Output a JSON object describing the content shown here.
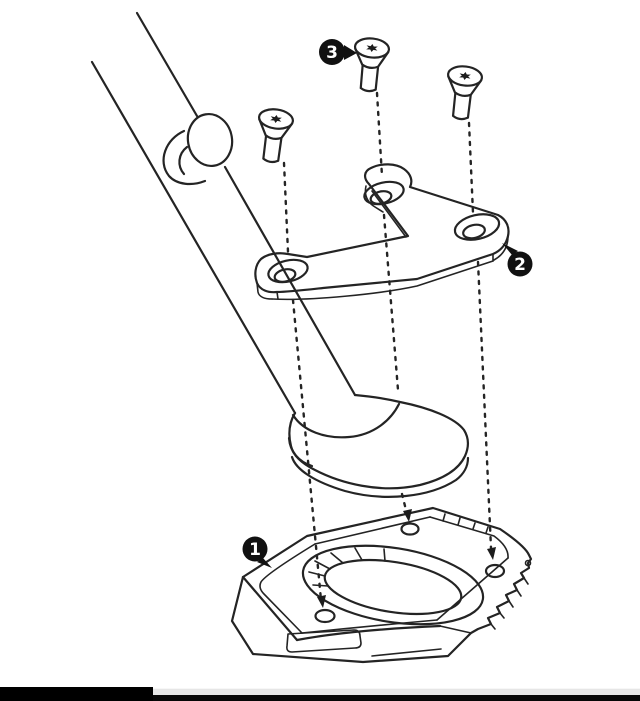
{
  "diagram": {
    "type": "exploded-assembly-line-drawing",
    "subject": "kickstand-foot-enlarger-pad-assembly",
    "background_color": "#ffffff",
    "line_color": "#242424",
    "badge_fill": "#111111",
    "badge_text_color": "#ffffff",
    "screw_count": 3,
    "callouts": [
      {
        "number": "1",
        "part": "base-pad"
      },
      {
        "number": "2",
        "part": "bracket-plate"
      },
      {
        "number": "3",
        "part": "countersunk-torx-screws"
      }
    ]
  },
  "player": {
    "progress_percent": 24,
    "played_color": "#000000",
    "track_color": "#e6e6e6"
  }
}
